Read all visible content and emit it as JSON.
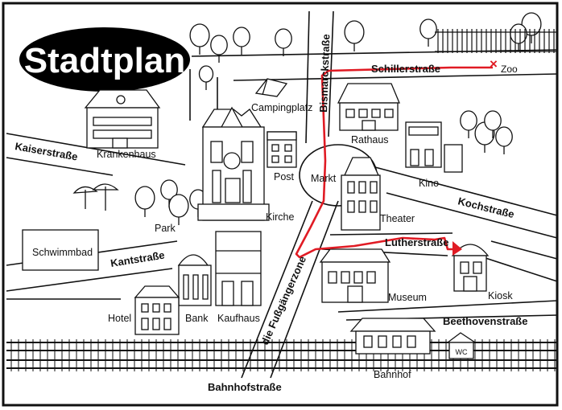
{
  "title": "Stadtplan",
  "streets": {
    "schillerstrasse": "Schillerstraße",
    "bismarckstrasse": "Bismarckstraße",
    "kaiserstrasse": "Kaiserstraße",
    "kochstrasse": "Kochstraße",
    "lutherstrasse": "Lutherstraße",
    "kantstrasse": "Kantstraße",
    "fussgaengerzone": "die Fußgängerzone",
    "beethovenstrasse": "Beethovenstraße",
    "bahnhofstrasse": "Bahnhofstraße"
  },
  "places": {
    "krankenhaus": "Krankenhaus",
    "campingplatz": "Campingplatz",
    "rathaus": "Rathaus",
    "post": "Post",
    "markt": "Markt",
    "kirche": "Kirche",
    "kino": "Kino",
    "park": "Park",
    "theater": "Theater",
    "schwimmbad": "Schwimmbad",
    "museum": "Museum",
    "kiosk": "Kiosk",
    "hotel": "Hotel",
    "bank": "Bank",
    "kaufhaus": "Kaufhaus",
    "bahnhof": "Bahnhof",
    "zoo": "Zoo",
    "wc": "WC"
  },
  "colors": {
    "route": "#e01b24",
    "ink": "#111111",
    "title_bg": "#000000"
  },
  "route_markers": {
    "destination_symbol": "×"
  }
}
